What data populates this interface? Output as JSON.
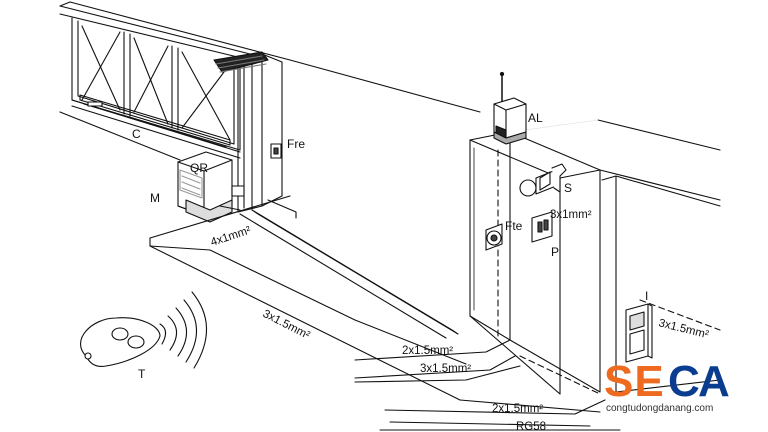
{
  "labels": {
    "gate": "C",
    "motor": "M",
    "receiver": "QR",
    "photocell_gate": "Fre",
    "lamp": "AL",
    "key_switch": "S",
    "photocell_pillar": "Fte",
    "push_button": "P",
    "control_box": "I",
    "transmitter": "T"
  },
  "cables": {
    "motor": "4x1mm²",
    "main_run": "3x1.5mm²",
    "fte_1": "2x1.5mm²",
    "fte_2": "3x1.5mm²",
    "button": "3x1mm²",
    "control_box": "3x1.5mm²",
    "bottom": "2x1.5mm²",
    "antenna": "RG58"
  },
  "logo": {
    "se": "SE",
    "c": "C",
    "a": "A",
    "website": "congtudongdanang.com",
    "orange": "#ee6a1f",
    "blue": "#0a3d8f"
  }
}
